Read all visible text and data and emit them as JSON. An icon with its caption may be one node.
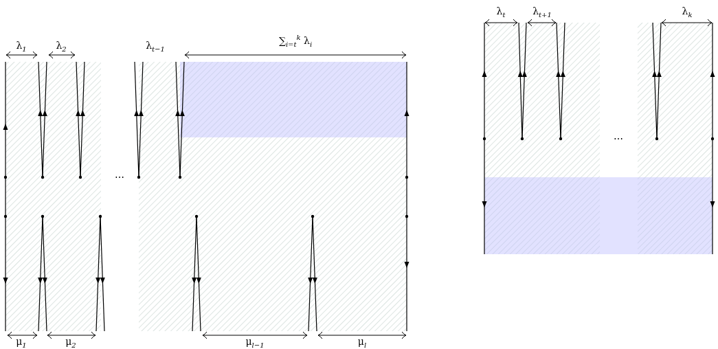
{
  "diagram": {
    "labels": [
      "λ$_{1}$",
      "λ$_{2}$",
      "λ$_{t−1}$",
      "∑$_{i=t}$$^{k}$ λ$_{i}$",
      "⋯",
      "μ$_{1}$",
      "μ$_{2}$",
      "μ$_{l−1}$",
      "μ$_{l}$",
      "λ$_{t}$",
      "λ$_{t+1}$",
      "λ$_{k}$",
      "⋯"
    ]
  }
}
